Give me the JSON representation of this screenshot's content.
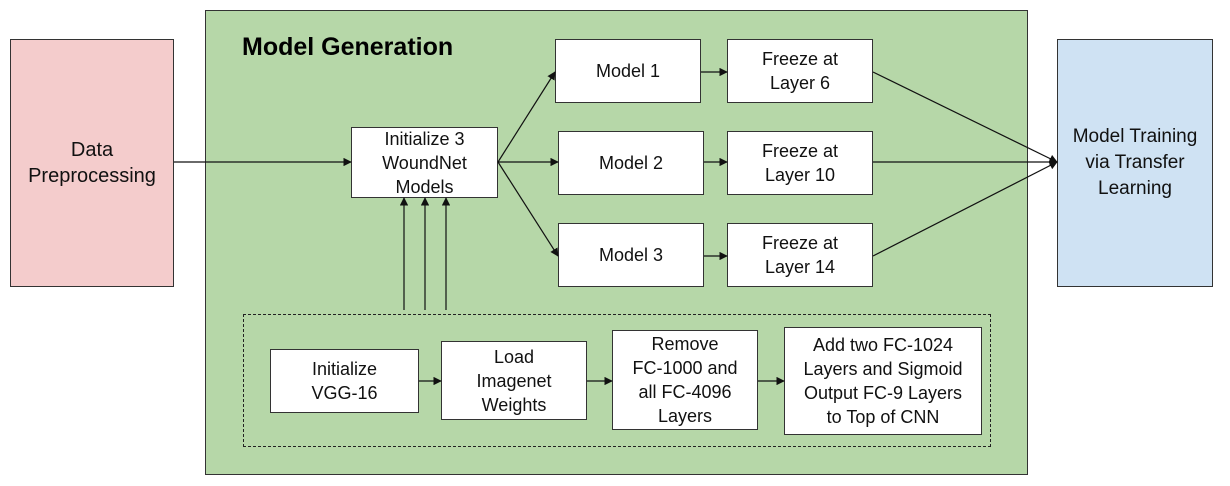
{
  "colors": {
    "data_preprocessing": "#f4cccc",
    "model_generation_panel": "#b6d7a8",
    "model_training": "#cfe2f3",
    "process_box": "#ffffff"
  },
  "panel": {
    "title": "Model Generation"
  },
  "nodes": {
    "data_preprocessing": "Data\nPreprocessing",
    "initialize_models": "Initialize 3\nWoundNet\nModels",
    "model_1": "Model 1",
    "model_2": "Model 2",
    "model_3": "Model 3",
    "freeze_1": "Freeze at\nLayer 6",
    "freeze_2": "Freeze at\nLayer 10",
    "freeze_3": "Freeze at\nLayer 14",
    "model_training": "Model Training\nvia Transfer\nLearning",
    "initialize_vgg": "Initialize\nVGG-16",
    "load_weights": "Load\nImagenet\nWeights",
    "remove_layers": "Remove\nFC-1000 and\nall FC-4096\nLayers",
    "add_layers": "Add two FC-1024\nLayers and Sigmoid\nOutput FC-9 Layers\nto Top of CNN"
  }
}
